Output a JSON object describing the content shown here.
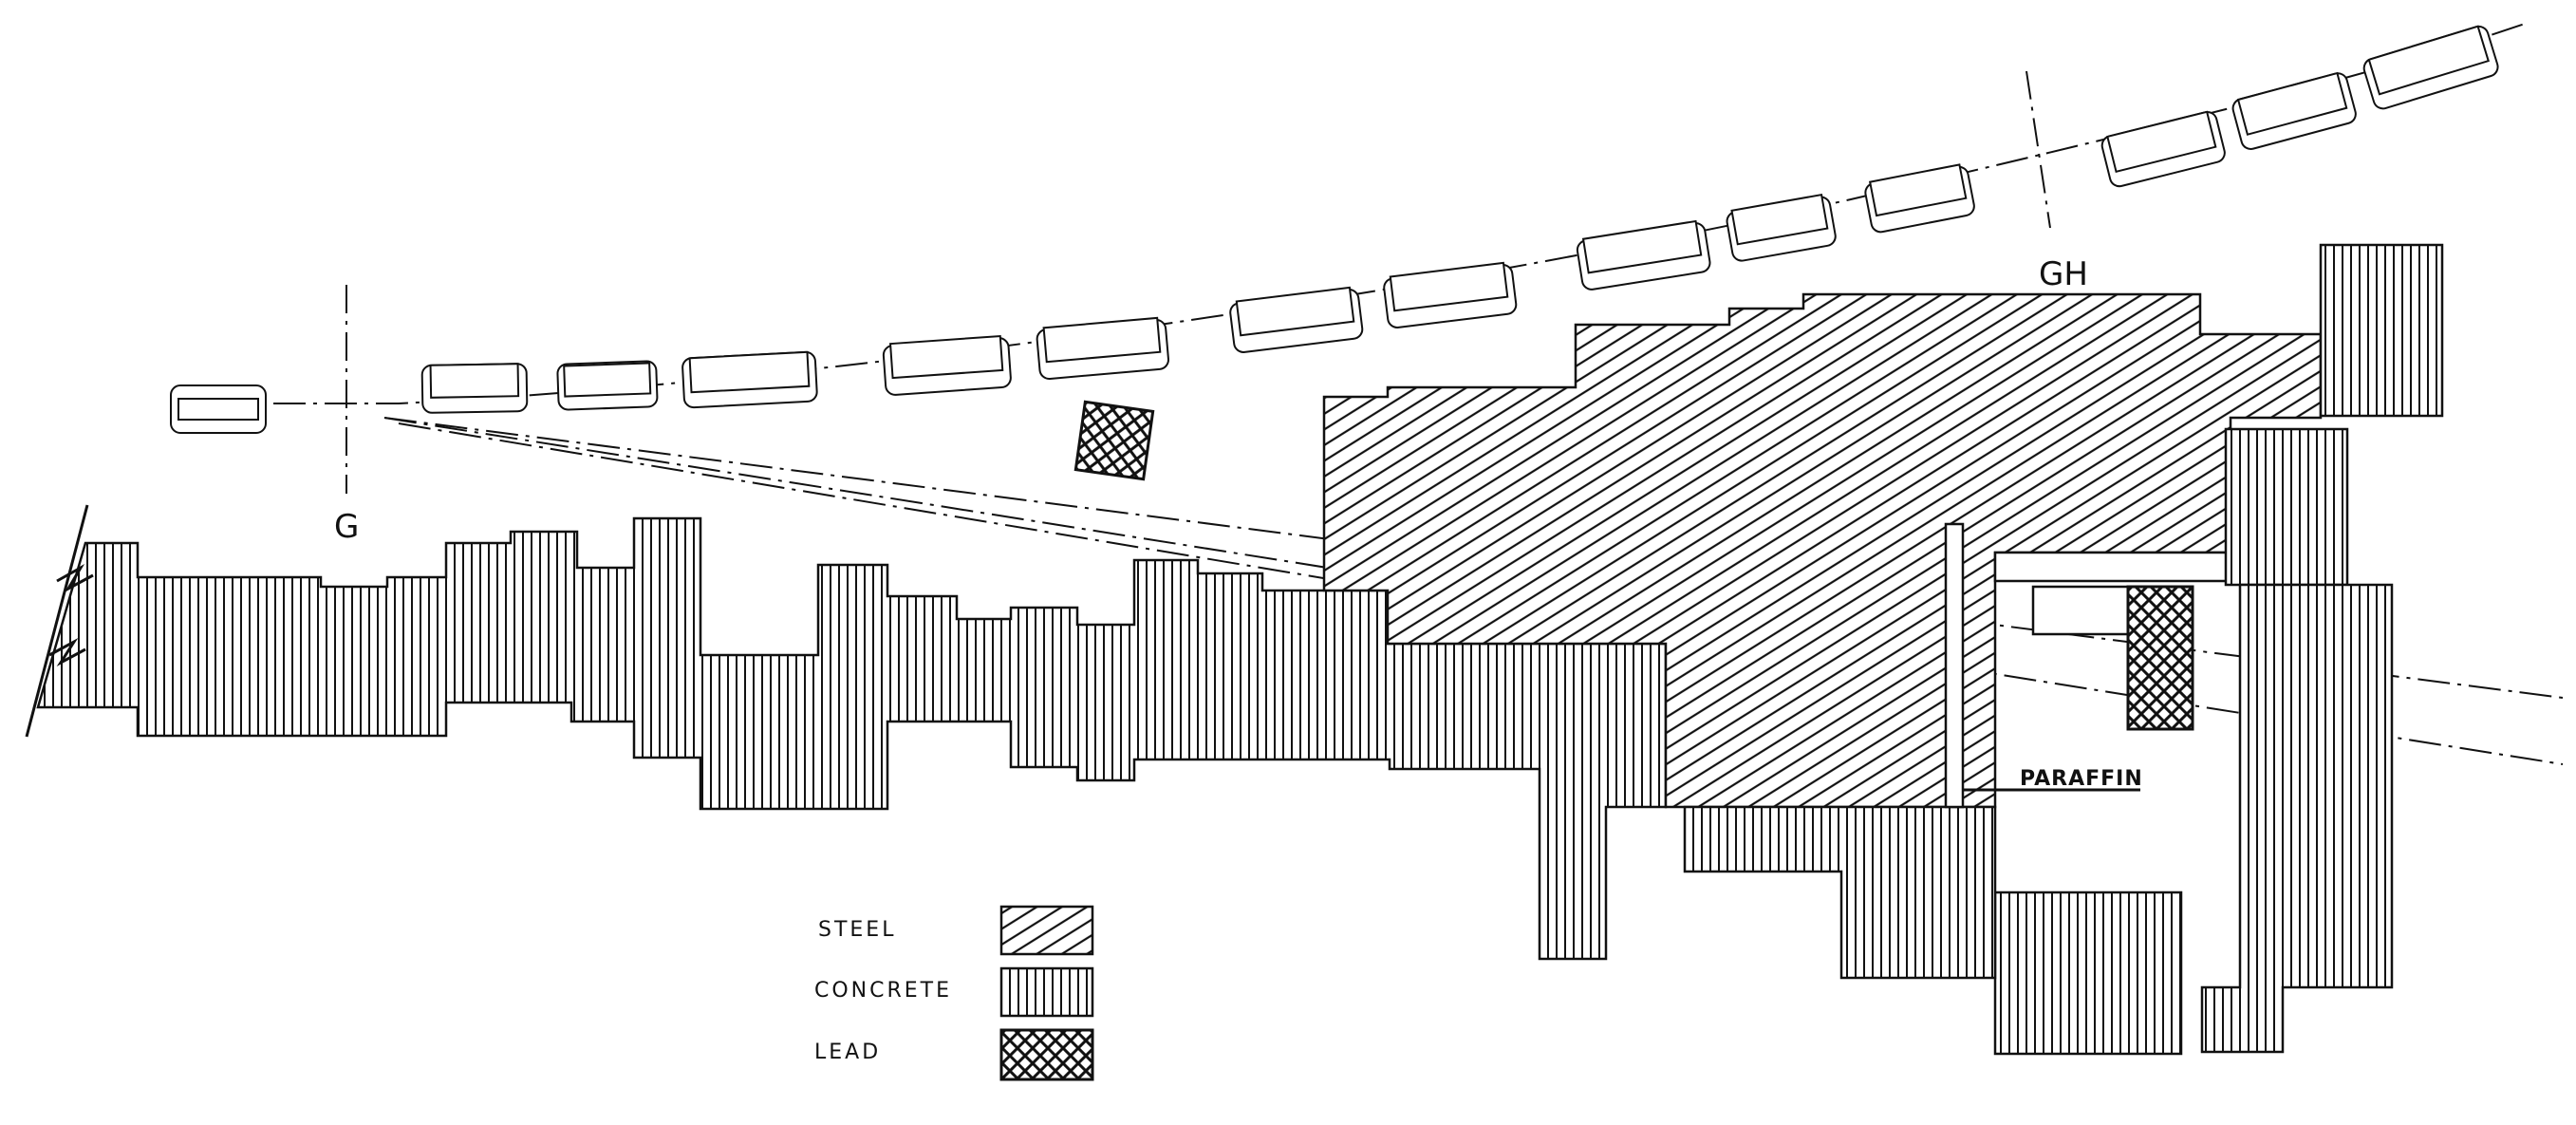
{
  "labels": {
    "section_g": "G",
    "section_gh": "GH",
    "paraffin": "PARAFFIN"
  },
  "legend": {
    "items": [
      {
        "label": "STEEL",
        "pattern": "steel-hatch"
      },
      {
        "label": "CONCRETE",
        "pattern": "concrete-hatch"
      },
      {
        "label": "LEAD",
        "pattern": "lead-crosshatch"
      }
    ]
  },
  "colors": {
    "ink": "#111111",
    "paper": "#ffffff"
  }
}
